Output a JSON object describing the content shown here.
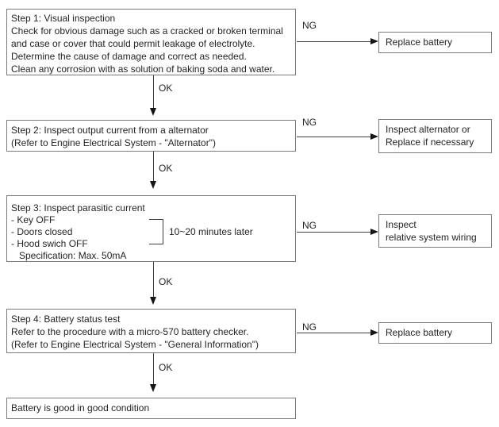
{
  "labels": {
    "ok": "OK",
    "ng": "NG"
  },
  "steps": [
    {
      "lines": [
        "Step 1: Visual inspection",
        "Check for obvious damage such as a cracked or broken terminal",
        "and case or cover that could permit leakage of electrolyte.",
        "Determine the cause of damage and correct as needed.",
        "Clean any corrosion with as solution of baking soda and water."
      ],
      "ng_action": [
        "Replace battery"
      ]
    },
    {
      "lines": [
        "Step 2: Inspect output current from a alternator",
        "(Refer to Engine Electrical System - \"Alternator\")"
      ],
      "ng_action": [
        "Inspect alternator or",
        "Replace if necessary"
      ]
    },
    {
      "lines": [
        "Step 3: Inspect parasitic current",
        "- Key OFF",
        "- Doors closed",
        "- Hood swich OFF",
        "Specification: Max. 50mA"
      ],
      "bracket_note": "10~20 minutes later",
      "ng_action": [
        "Inspect",
        "relative system wiring"
      ]
    },
    {
      "lines": [
        "Step 4: Battery status test",
        "Refer to the procedure with a micro-570 battery checker.",
        "(Refer to Engine Electrical System - \"General Information\")"
      ],
      "ng_action": [
        "Replace battery"
      ]
    }
  ],
  "result": "Battery is good in good condition",
  "colors": {
    "line": "#7b7b7b",
    "arrow": "#3f3f3f",
    "head": "#151515",
    "text": "#242424",
    "bg": "#ffffff"
  }
}
